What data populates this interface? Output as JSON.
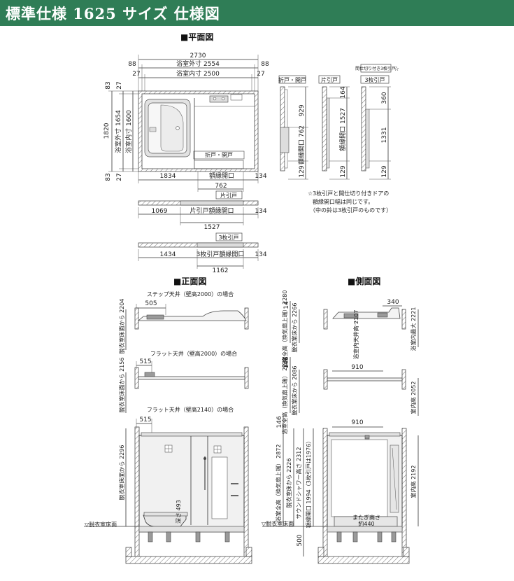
{
  "header": {
    "title": "標準仕様 1625 サイズ 仕様図"
  },
  "sections": {
    "plan": "■平面図",
    "front": "■正面図",
    "side": "■側面図"
  },
  "plan": {
    "overall_width": "2730",
    "left_margin": "88",
    "right_margin": "88",
    "outer_width": "浴室外寸 2554",
    "inner_margin_left": "27",
    "inner_margin_right": "27",
    "inner_width": "浴室内寸 2500",
    "overall_depth": "1820",
    "top_margin": "83",
    "top_inner": "27",
    "outer_depth": "浴室外寸 1654",
    "inner_depth": "浴室内寸 1600",
    "bottom_inner": "27",
    "bottom_margin": "83",
    "door_tag": "折戸・開戸",
    "bottom_left": "1834",
    "frame_opening": "額縁開口",
    "bottom_right": "134",
    "opening_width": "762"
  },
  "sliding": {
    "single_tag": "片引戸",
    "single_left": "1069",
    "single_mid": "片引戸額縁開口",
    "single_right": "134",
    "single_total": "1527",
    "triple_tag": "3枚引戸",
    "triple_left": "1434",
    "triple_mid": "3枚引戸額縁開口",
    "triple_right": "134",
    "triple_total": "1162"
  },
  "door_sections": {
    "folding_tag": "折戸・開戸",
    "folding_top": "929",
    "folding_mid": "額縁開口 762",
    "folding_bottom": "129",
    "single_tag": "片引戸",
    "single_top": "164",
    "single_mid": "額縁開口 1527",
    "single_bottom": "129",
    "triple_tag": "3枚引戸",
    "partition_tag": "間仕切り付き3枚引戸",
    "star": "☆",
    "triple_top": "360",
    "triple_mid": "1331",
    "triple_bottom": "129",
    "note_line1": "☆3枚引戸と間仕切り付きドアの",
    "note_line2": "額縁開口幅は同じです。",
    "note_line3": "（中の鈴は3枚引戸のものです）"
  },
  "front": {
    "caption1": "ステップ天井（壁高2000）の場合",
    "dim1_top": "505",
    "dim1_side": "脱衣室床面から 2204",
    "caption2": "フラット天井（壁高2000）の場合",
    "dim2_top": "515",
    "dim2_side": "脱衣室床面から 2156",
    "caption3": "フラット天井（壁高2140）の場合",
    "dim3_top": "515",
    "dim3_side": "脱衣室床面から 2296",
    "depth_label": "深さ 493",
    "floor_label": "▽脱衣室床面"
  },
  "side": {
    "s1_top": "14",
    "s1_right_top": "340",
    "s1_total": "浴室全高（換気扇上端） 2280",
    "s1_from_floor": "脱衣室床から 2266",
    "s1_ceiling": "浴室内天井高 2107",
    "s1_max": "浴室内最大 2221",
    "s2_top": "146",
    "s2_width": "910",
    "s2_total": "浴室全高（換気扇上端） 2232",
    "s2_from_floor": "脱衣室床から 2086",
    "s2_room": "室内高 2052",
    "s3_top": "146",
    "s3_width": "910",
    "s3_total": "浴室全高（換気扇上端） 2872",
    "s3_from_floor": "脱衣室床から 2226",
    "s3_shower": "サウンドシャワー高さ 2312",
    "s3_frame": "額縁開口 1994（3枚引戸は1976）",
    "s3_room": "室内高 2192",
    "s3_step": "またぎ高さ",
    "s3_step_value": "約440",
    "s3_base": "500",
    "floor_label": "▽脱衣室床面"
  }
}
